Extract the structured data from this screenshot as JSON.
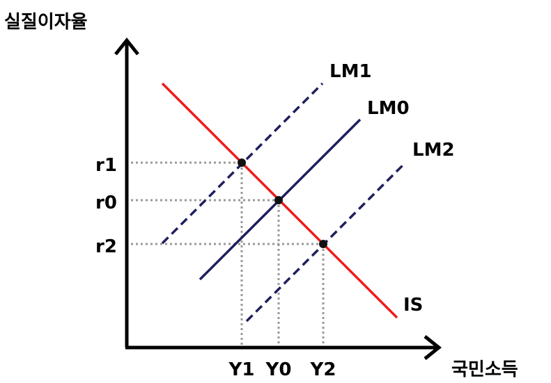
{
  "axes": {
    "y_title": "실질이자율",
    "x_title": "국민소득"
  },
  "curves": {
    "is": {
      "label": "IS",
      "color": "#ee1c1c",
      "style": "solid"
    },
    "lm0": {
      "label": "LM0",
      "color": "#1f1f5e",
      "style": "solid"
    },
    "lm1": {
      "label": "LM1",
      "color": "#1f1f5e",
      "style": "dashed"
    },
    "lm2": {
      "label": "LM2",
      "color": "#1f1f5e",
      "style": "dashed"
    }
  },
  "ticks": {
    "y": [
      "r1",
      "r0",
      "r2"
    ],
    "x": [
      "Y1",
      "Y0",
      "Y2"
    ]
  },
  "guide_color": "#999999",
  "point_color": "#111111",
  "axis_color": "#000000"
}
